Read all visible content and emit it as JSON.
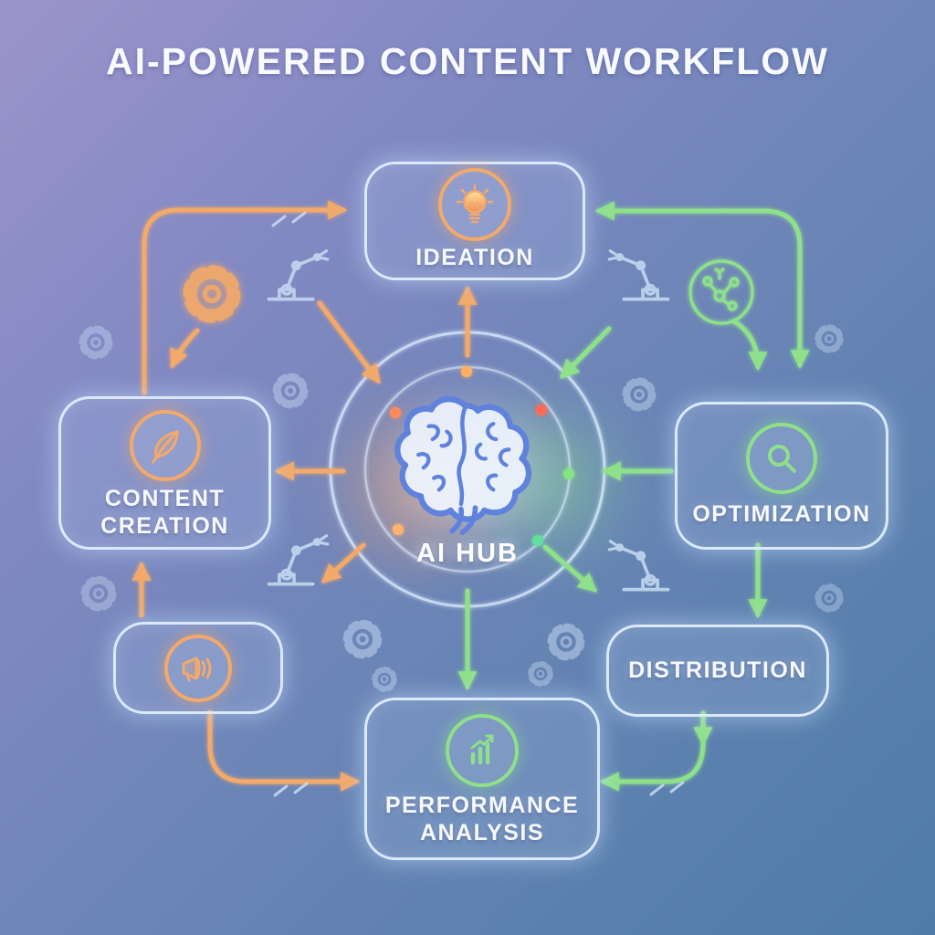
{
  "title": "AI-POWERED CONTENT WORKFLOW",
  "hub": {
    "label": "AI HUB",
    "icon": "brain-icon"
  },
  "nodes": {
    "ideation": {
      "label": "IDEATION",
      "icon": "lightbulb-icon",
      "accent": "#F2A96B"
    },
    "optimization": {
      "label": "OPTIMIZATION",
      "icon": "magnifier-icon",
      "accent": "#8FE08B"
    },
    "distribution": {
      "label": "DISTRIBUTION",
      "icon": "",
      "accent": "#8FE08B"
    },
    "performance_analysis": {
      "label": "PERFORMANCE ANALYSIS",
      "icon": "bar-chart-icon",
      "accent": "#8FE08B"
    },
    "promotion": {
      "label": "",
      "icon": "megaphone-icon",
      "accent": "#F2A96B"
    },
    "content_creation": {
      "label": "CONTENT CREATION",
      "icon": "feather-icon",
      "accent": "#F2A96B"
    }
  },
  "decorative_icons": [
    "gear-icon",
    "robot-arm-icon",
    "network-share-icon"
  ],
  "colors": {
    "background_top_left": "#9B94CC",
    "background_bottom_right": "#4E7CA7",
    "orange_accent": "#F2A96B",
    "green_accent": "#8FE08B",
    "line_blue": "#C9DCF4",
    "node_border": "#DEECFF",
    "hub_brain_blue": "#5F82DD"
  }
}
